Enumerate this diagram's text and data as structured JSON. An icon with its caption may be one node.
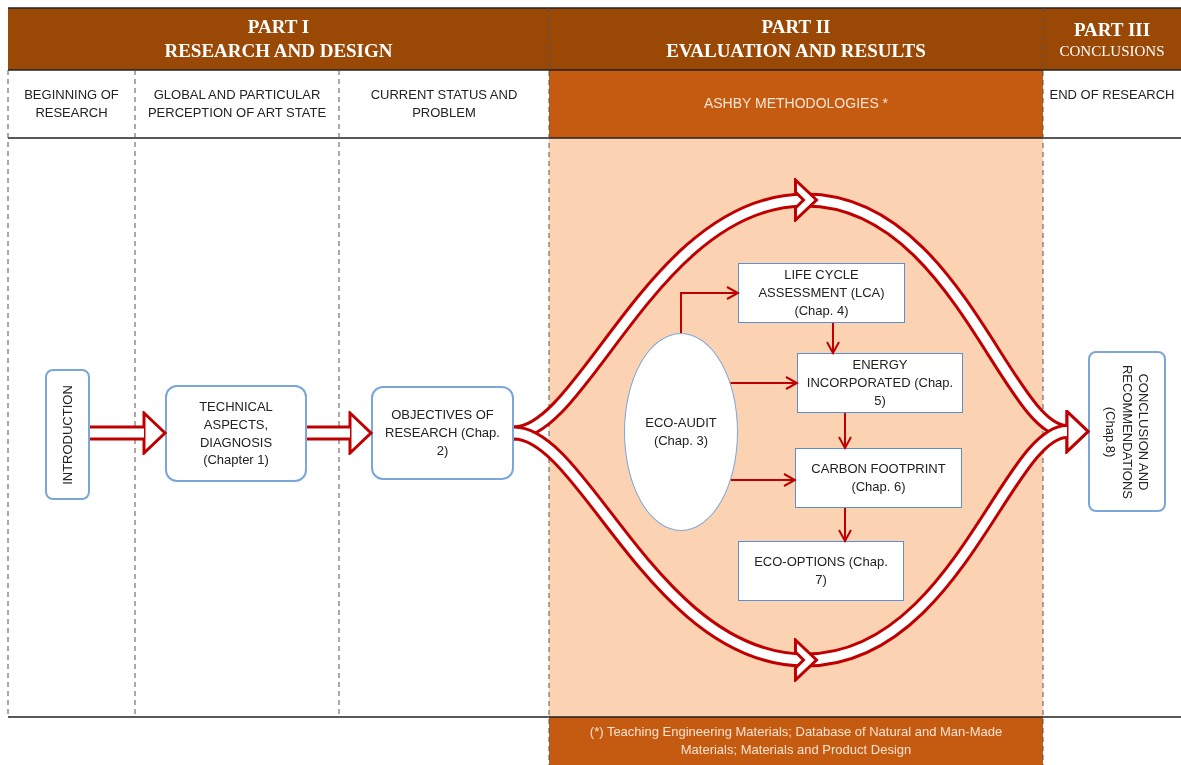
{
  "diagram": {
    "nodes": [
      {
        "text": [
          "PART I",
          "RESEARCH AND DESIGN"
        ]
      },
      {
        "text": [
          "PART II",
          "EVALUATION AND RESULTS"
        ]
      },
      {
        "text": [
          "PART III",
          "CONCLUSIONS"
        ]
      },
      {
        "text": [
          "ASHBY METHODOLOGIES *"
        ]
      },
      {
        "text": [],
        "shape": "box"
      },
      {
        "text": [
          "INTRODUCTION"
        ]
      },
      {
        "text": [
          "TECHNICAL ASPECTS, DIAGNOSIS (Chapter 1)"
        ]
      },
      {
        "text": [
          "OBJECTIVES OF RESEARCH (Chap. 2)"
        ]
      },
      {
        "text": [
          "ECO-AUDIT (Chap. 3)"
        ],
        "in": 4
      },
      {
        "text": [
          "LIFE CYCLE ASSESSMENT (LCA) (Chap. 4)"
        ],
        "in": 4
      },
      {
        "text": [
          "ENERGY INCORPORATED (Chap. 5)"
        ],
        "in": 4
      },
      {
        "text": [
          "CARBON FOOTPRINT (Chap. 6)"
        ],
        "in": 4
      },
      {
        "text": [
          "ECO-OPTIONS (Chap. 7)"
        ],
        "in": 4
      },
      {
        "text": [
          "CONCLUSION AND RECOMMENDATIONS (Chap.8)"
        ]
      },
      {
        "text": [
          "(*) Teaching Engineering Materials; Database of Natural and Man-Made Materials; Materials and Product Design"
        ]
      }
    ],
    "edges": [
      {
        "from": 5,
        "to": 6,
        "arrow": "to",
        "style": "thick"
      },
      {
        "from": 6,
        "to": 7,
        "arrow": "to",
        "style": "thick"
      },
      {
        "from": 7,
        "to": 13,
        "arrow": "to",
        "style": "thick"
      },
      {
        "from": 7,
        "to": 13,
        "arrow": "to",
        "style": "thick"
      },
      {
        "from": 8,
        "to": 9,
        "arrow": "to"
      },
      {
        "from": 9,
        "to": 10,
        "arrow": "to"
      },
      {
        "from": 8,
        "to": 10,
        "arrow": "to"
      },
      {
        "from": 10,
        "to": 11,
        "arrow": "to"
      },
      {
        "from": 8,
        "to": 11,
        "arrow": "to"
      },
      {
        "from": 11,
        "to": 12,
        "arrow": "to"
      }
    ],
    "labels": [
      "BEGINNING OF RESEARCH",
      "GLOBAL AND PARTICULAR PERCEPTION OF ART STATE",
      "CURRENT STATUS AND PROBLEM",
      "END OF RESEARCH"
    ]
  }
}
